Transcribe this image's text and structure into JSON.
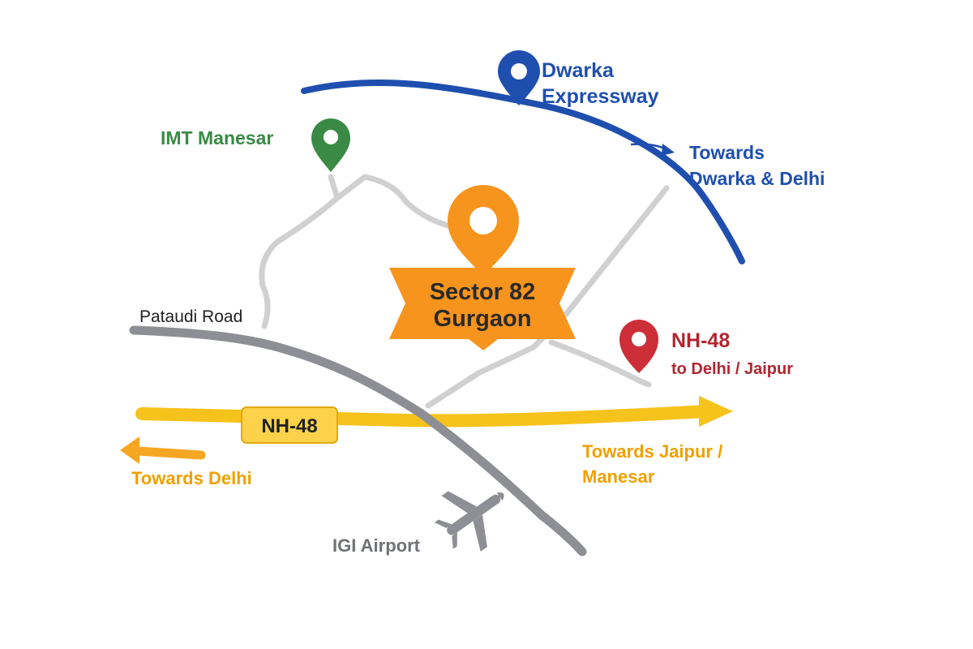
{
  "colors": {
    "background": "#ffffff",
    "expressway": "#1f4fae",
    "local_road": "#cfcfcf",
    "pataudi_road": "#8d8f94",
    "nh48": "#f6c21c",
    "nh48_label_text": "#f0a000",
    "center_pin": "#f7941d",
    "manesar_pin": "#3a8a45",
    "nh48_pin": "#cc2f37",
    "airport": "#8d8f94"
  },
  "icons": {
    "center_pin": "map-pin-icon",
    "manesar_pin": "map-pin-icon",
    "dwarka_pin": "map-pin-icon",
    "nh48_pin": "map-pin-icon",
    "airport": "airplane-icon",
    "arrows": "arrow-icon"
  },
  "labels": {
    "center": {
      "line1": "Sector 82",
      "line2": "Gurgaon"
    },
    "dwarka": {
      "line1": "Dwarka",
      "line2": "Expressway"
    },
    "towards_dwarka": {
      "line1": "Towards",
      "line2": "Dwarka & Delhi"
    },
    "imt_manesar": "IMT Manesar",
    "pataudi_road": "Pataudi Road",
    "nh48_pin": {
      "line1": "NH-48",
      "line2": "to Delhi / Jaipur"
    },
    "nh48_badge": "NH-48",
    "towards_delhi": "Towards Delhi",
    "towards_jaipur": {
      "line1": "Towards Jaipur /",
      "line2": "Manesar"
    },
    "airport": "IGI Airport"
  }
}
